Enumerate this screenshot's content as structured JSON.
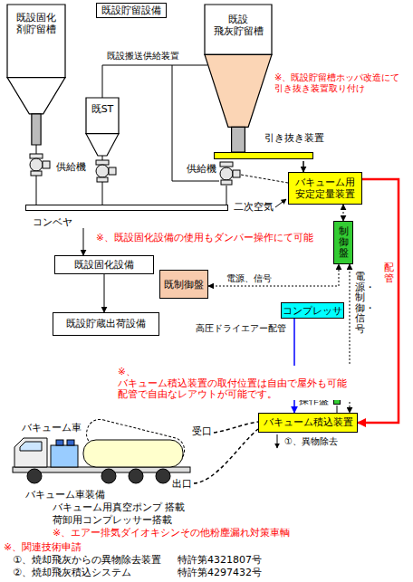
{
  "diagram": {
    "title": "既設貯留設備",
    "nodes": [
      {
        "text": [
          "既設固化 剤貯留槽"
        ]
      },
      {
        "text": [
          "既設 飛灰貯留槽"
        ]
      },
      {
        "text": [
          "既ST"
        ]
      },
      {
        "text": [
          "引き抜き装置"
        ]
      },
      {
        "text": [
          "バキューム用 安定定量装置"
        ]
      },
      {
        "text": [
          "コンベヤ"
        ]
      },
      {
        "text": [
          "制御盤"
        ]
      },
      {
        "text": [
          "既設固化設備"
        ]
      },
      {
        "text": [
          "既制御盤"
        ]
      },
      {
        "text": [
          "コンプレッサ"
        ]
      },
      {
        "text": [
          "既設貯蔵出荷設備"
        ]
      },
      {
        "text": [
          "操作盤"
        ]
      },
      {
        "text": [
          "バキューム積込装置"
        ]
      }
    ],
    "edges": [
      {
        "from": 0,
        "to": 5,
        "arrow": "none"
      },
      {
        "from": 2,
        "to": 5,
        "arrow": "none"
      },
      {
        "from": 3,
        "to": 4,
        "arrow": "to"
      },
      {
        "from": 4,
        "to": 12,
        "arrow": "to",
        "label": "配管"
      },
      {
        "from": 6,
        "to": 4,
        "arrow": "both"
      },
      {
        "from": 8,
        "to": 6,
        "arrow": "both",
        "label": "電源、信号"
      },
      {
        "from": 6,
        "to": 12,
        "arrow": "both",
        "label": "電源・制御・信号"
      },
      {
        "from": 9,
        "to": 12,
        "arrow": "to"
      },
      {
        "from": 5,
        "to": 7,
        "arrow": "to"
      },
      {
        "from": 7,
        "to": 10,
        "arrow": "to"
      },
      {
        "from": 11,
        "to": 12,
        "arrow": "none"
      }
    ],
    "labels": [
      "既設搬送供給装置",
      "※、既設貯留槽ホッパ改造にて 引き抜き装置取り付け",
      "供給機",
      "供給機",
      "二次空気",
      "※、既設固化設備の使用もダンパー操作にて可能",
      "高圧ドライエアー配管",
      "※、バキューム積込装置の取付位置は自由で屋外も可能 配管で自由なレアウトが可能です。",
      "①、異物除去",
      "バキューム車",
      "受口",
      "出口",
      "バキューム車装備",
      "バキューム用真空ポンプ 搭載",
      "荷卸用コンプレッサー搭載",
      "※、エアー排気ダイオキシンその他粉塵漏れ対策車輌",
      "※、関連技術申請",
      "①、焼却飛灰からの異物除去装置",
      "特許第4321807号",
      "②、焼却飛灰積込システム",
      "特許第4297432号"
    ]
  }
}
